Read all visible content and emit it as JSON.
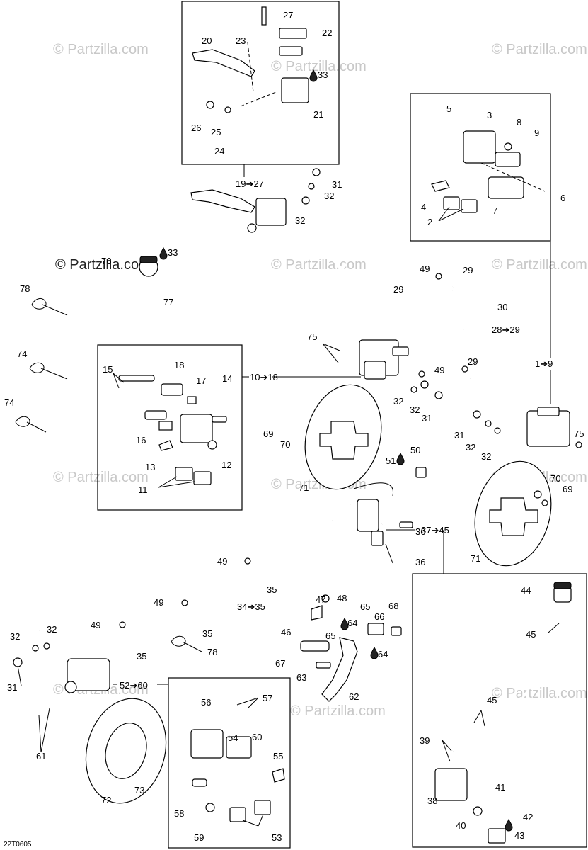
{
  "watermarks": {
    "text": "© Partzilla.com",
    "dark_text": "© Partzilla.com"
  },
  "drawing_code": "22T0605",
  "fluid_marker": "drop-icon",
  "labels": [
    {
      "id": "l1",
      "text": "1➔9"
    },
    {
      "id": "l2",
      "text": "2"
    },
    {
      "id": "l3",
      "text": "3"
    },
    {
      "id": "l4",
      "text": "4"
    },
    {
      "id": "l5",
      "text": "5"
    },
    {
      "id": "l6",
      "text": "6"
    },
    {
      "id": "l7",
      "text": "7"
    },
    {
      "id": "l8",
      "text": "8"
    },
    {
      "id": "l9",
      "text": "9"
    },
    {
      "id": "l10",
      "text": "10➔18"
    },
    {
      "id": "l11",
      "text": "11"
    },
    {
      "id": "l12",
      "text": "12"
    },
    {
      "id": "l13",
      "text": "13"
    },
    {
      "id": "l14",
      "text": "14"
    },
    {
      "id": "l15",
      "text": "15"
    },
    {
      "id": "l16",
      "text": "16"
    },
    {
      "id": "l17",
      "text": "17"
    },
    {
      "id": "l18",
      "text": "18"
    },
    {
      "id": "l19",
      "text": "19➔27"
    },
    {
      "id": "l20",
      "text": "20"
    },
    {
      "id": "l21",
      "text": "21"
    },
    {
      "id": "l22",
      "text": "22"
    },
    {
      "id": "l23",
      "text": "23"
    },
    {
      "id": "l24",
      "text": "24"
    },
    {
      "id": "l25",
      "text": "25"
    },
    {
      "id": "l26",
      "text": "26"
    },
    {
      "id": "l27",
      "text": "27"
    },
    {
      "id": "l28",
      "text": "28➔29"
    },
    {
      "id": "l29a",
      "text": "29"
    },
    {
      "id": "l29b",
      "text": "29"
    },
    {
      "id": "l29c",
      "text": "29"
    },
    {
      "id": "l31a",
      "text": "31"
    },
    {
      "id": "l31b",
      "text": "31"
    },
    {
      "id": "l31c",
      "text": "31"
    },
    {
      "id": "l31d",
      "text": "31"
    },
    {
      "id": "l32a",
      "text": "32"
    },
    {
      "id": "l32b",
      "text": "32"
    },
    {
      "id": "l32c",
      "text": "32"
    },
    {
      "id": "l32d",
      "text": "32"
    },
    {
      "id": "l32e",
      "text": "32"
    },
    {
      "id": "l32f",
      "text": "32"
    },
    {
      "id": "l32g",
      "text": "32"
    },
    {
      "id": "l32h",
      "text": "32"
    },
    {
      "id": "l33a",
      "text": "33"
    },
    {
      "id": "l33b",
      "text": "33"
    },
    {
      "id": "l30",
      "text": "30"
    },
    {
      "id": "l34",
      "text": "34➔35"
    },
    {
      "id": "l35a",
      "text": "35"
    },
    {
      "id": "l35b",
      "text": "35"
    },
    {
      "id": "l35c",
      "text": "35"
    },
    {
      "id": "l36a",
      "text": "36"
    },
    {
      "id": "l36b",
      "text": "36"
    },
    {
      "id": "l37",
      "text": "37➔45"
    },
    {
      "id": "l38",
      "text": "38"
    },
    {
      "id": "l39",
      "text": "39"
    },
    {
      "id": "l40",
      "text": "40"
    },
    {
      "id": "l41",
      "text": "41"
    },
    {
      "id": "l42",
      "text": "42"
    },
    {
      "id": "l43",
      "text": "43"
    },
    {
      "id": "l44",
      "text": "44"
    },
    {
      "id": "l45a",
      "text": "45"
    },
    {
      "id": "l45b",
      "text": "45"
    },
    {
      "id": "l46",
      "text": "46"
    },
    {
      "id": "l47",
      "text": "47"
    },
    {
      "id": "l48",
      "text": "48"
    },
    {
      "id": "l49a",
      "text": "49"
    },
    {
      "id": "l49b",
      "text": "49"
    },
    {
      "id": "l49c",
      "text": "49"
    },
    {
      "id": "l49d",
      "text": "49"
    },
    {
      "id": "l49e",
      "text": "49"
    },
    {
      "id": "l50",
      "text": "50"
    },
    {
      "id": "l51",
      "text": "51"
    },
    {
      "id": "l52",
      "text": "52➔60"
    },
    {
      "id": "l53",
      "text": "53"
    },
    {
      "id": "l54",
      "text": "54"
    },
    {
      "id": "l55",
      "text": "55"
    },
    {
      "id": "l56",
      "text": "56"
    },
    {
      "id": "l57",
      "text": "57"
    },
    {
      "id": "l58",
      "text": "58"
    },
    {
      "id": "l59",
      "text": "59"
    },
    {
      "id": "l60",
      "text": "60"
    },
    {
      "id": "l61",
      "text": "61"
    },
    {
      "id": "l62",
      "text": "62"
    },
    {
      "id": "l63",
      "text": "63"
    },
    {
      "id": "l64a",
      "text": "64"
    },
    {
      "id": "l64b",
      "text": "64"
    },
    {
      "id": "l65a",
      "text": "65"
    },
    {
      "id": "l65b",
      "text": "65"
    },
    {
      "id": "l66",
      "text": "66"
    },
    {
      "id": "l67",
      "text": "67"
    },
    {
      "id": "l68",
      "text": "68"
    },
    {
      "id": "l69a",
      "text": "69"
    },
    {
      "id": "l69b",
      "text": "69"
    },
    {
      "id": "l70a",
      "text": "70"
    },
    {
      "id": "l70b",
      "text": "70"
    },
    {
      "id": "l71a",
      "text": "71"
    },
    {
      "id": "l71b",
      "text": "71"
    },
    {
      "id": "l72",
      "text": "72"
    },
    {
      "id": "l73",
      "text": "73"
    },
    {
      "id": "l74a",
      "text": "74"
    },
    {
      "id": "l74b",
      "text": "74"
    },
    {
      "id": "l75a",
      "text": "75"
    },
    {
      "id": "l75b",
      "text": "75"
    },
    {
      "id": "l76",
      "text": "76"
    },
    {
      "id": "l77",
      "text": "77"
    },
    {
      "id": "l78a",
      "text": "78"
    },
    {
      "id": "l78b",
      "text": "78"
    }
  ]
}
